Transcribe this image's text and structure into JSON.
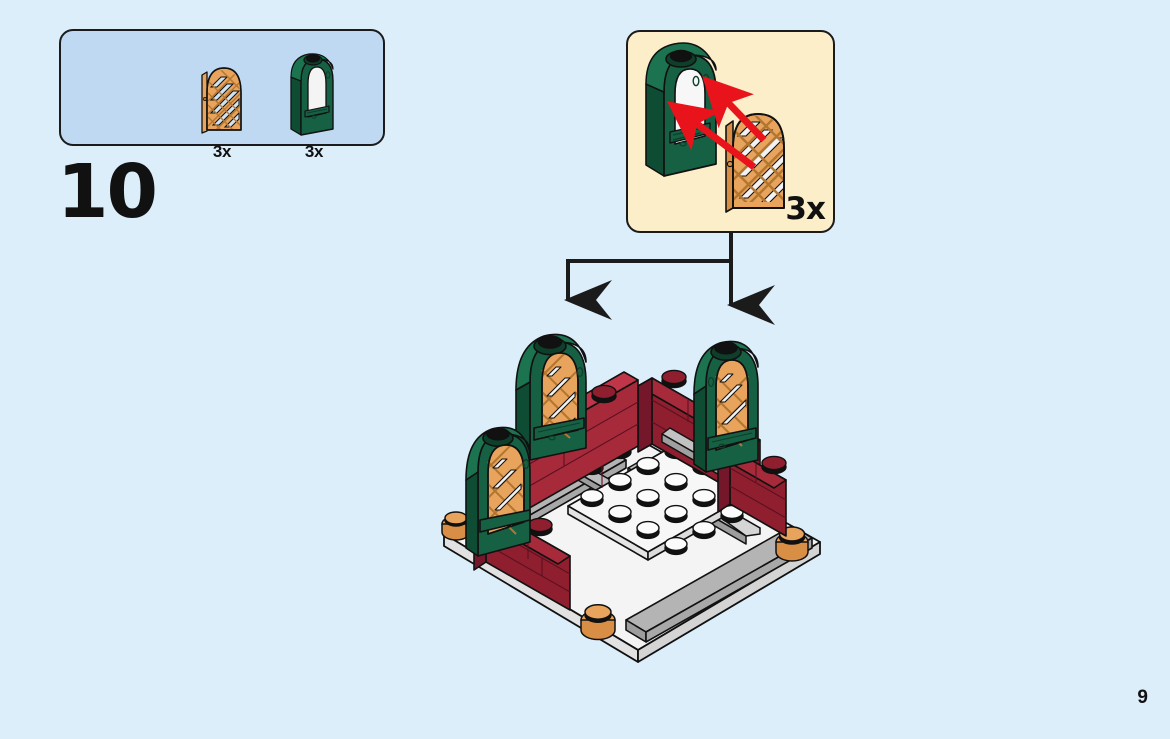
{
  "page": {
    "background_color": "#ddeefb",
    "page_number": "9",
    "step_number": "10"
  },
  "parts_box": {
    "name": "parts-required-callout",
    "background_color": "#bfd9f2",
    "border_color": "#1b1b1b",
    "parts": [
      {
        "icon": "lego-lattice-door-icon",
        "quantity": "3x",
        "color": "#e8a35c",
        "description": "arched lattice door"
      },
      {
        "icon": "lego-arched-window-frame-icon",
        "quantity": "3x",
        "color": "#166044",
        "description": "arched window frame"
      }
    ]
  },
  "subassembly_box": {
    "name": "subassembly-callout",
    "background_color": "#fceec8",
    "border_color": "#1b1b1b",
    "quantity": "3x",
    "arrow_color": "#e8131b",
    "parts": [
      {
        "icon": "lego-arched-window-frame-icon",
        "color": "#166044"
      },
      {
        "icon": "lego-lattice-door-icon",
        "color": "#e8a35c"
      }
    ]
  },
  "model": {
    "name": "step-10-assembly",
    "colors": {
      "dark_red": "#8f1f2e",
      "dark_green": "#166044",
      "orange": "#e8a35c",
      "white": "#f2f2f2",
      "gray": "#b0b0b0",
      "black": "#111111"
    },
    "placed_windows": 3,
    "arrow_color": "#1b1b1b"
  }
}
